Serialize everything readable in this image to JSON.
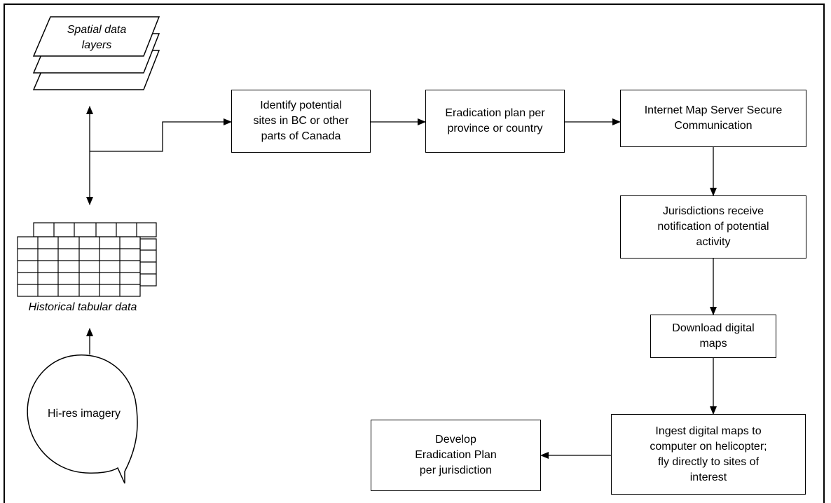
{
  "nodes": {
    "spatial_layers": "Spatial data\nlayers",
    "tabular": "Historical tabular data",
    "imagery": "Hi-res imagery",
    "identify": "Identify potential\nsites in BC or other\nparts of Canada",
    "eradication": "Eradication plan per\nprovince or country",
    "ims": "Internet Map Server Secure\nCommunication",
    "jurisdictions": "Jurisdictions receive\nnotification of potential\nactivity",
    "download": "Download digital\nmaps",
    "ingest": "Ingest digital maps to\ncomputer on helicopter;\nfly directly to sites of\ninterest",
    "develop": "Develop\nEradication Plan\nper jurisdiction"
  }
}
